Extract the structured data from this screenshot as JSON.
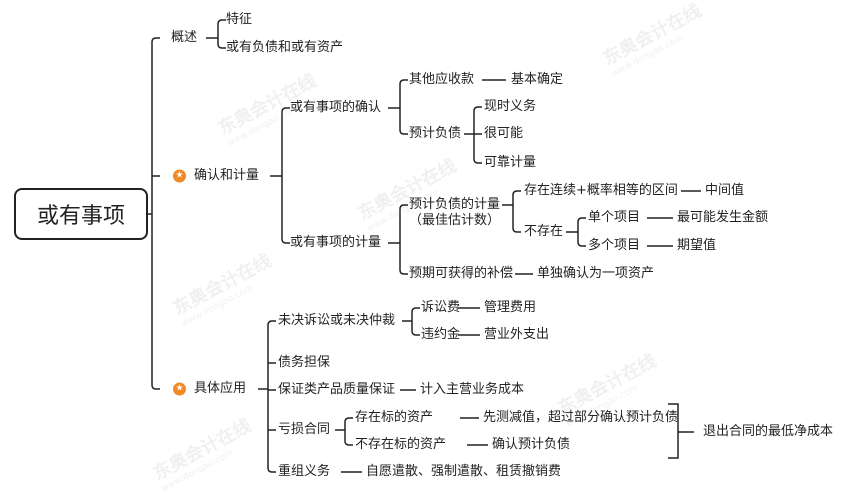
{
  "root": "或有事项",
  "l1": {
    "overview": "概述",
    "recognition_measurement": "确认和计量",
    "application": "具体应用"
  },
  "overview": {
    "feature": "特征",
    "contingent": "或有负债和或有资产"
  },
  "recognition": {
    "title": "或有事项的确认",
    "other_receivable": "其他应收款",
    "basically_certain": "基本确定",
    "estimated_liability": "预计负债",
    "present_obligation": "现时义务",
    "probable": "很可能",
    "reliable_measure": "可靠计量"
  },
  "measurement": {
    "title": "或有事项的计量",
    "best_estimate_line1": "预计负债的计量",
    "best_estimate_line2": "（最佳估计数）",
    "exists_range": "存在连续+概率相等的区间",
    "median": "中间值",
    "not_exists": "不存在",
    "single_item": "单个项目",
    "most_likely": "最可能发生金额",
    "multiple_items": "多个项目",
    "expected_value": "期望值",
    "reimbursement": "预期可获得的补偿",
    "separate_asset": "单独确认为一项资产"
  },
  "application": {
    "litigation": "未决诉讼或未决仲裁",
    "litigation_fee": "诉讼费",
    "admin_expense": "管理费用",
    "penalty": "违约金",
    "non_operating": "营业外支出",
    "guarantee": "债务担保",
    "warranty": "保证类产品质量保证",
    "warranty_cost": "计入主营业务成本",
    "onerous": "亏损合同",
    "with_asset": "存在标的资产",
    "with_asset_result": "先测减值，超过部分确认预计负债",
    "without_asset": "不存在标的资产",
    "without_asset_result": "确认预计负债",
    "exit_cost": "退出合同的最低净成本",
    "restructuring": "重组义务",
    "restructuring_items": "自愿遣散、强制遣散、租赁撤销费"
  },
  "watermark": {
    "brand": "东奥会计在线",
    "url": "www.dongao.com"
  },
  "colors": {
    "line": "#222222",
    "star": "#f08a24"
  }
}
